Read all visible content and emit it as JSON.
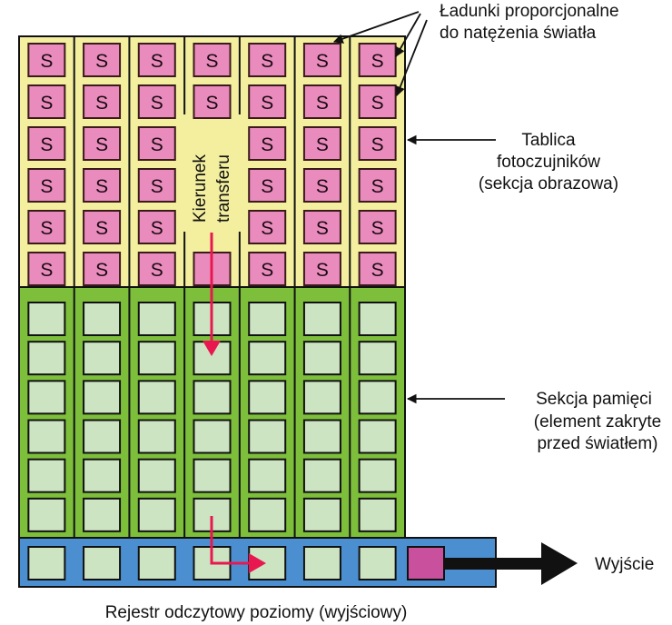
{
  "diagram": {
    "title": "Frame-transfer CCD structure",
    "colors": {
      "image_section": "#f3ef9f",
      "photo_cell": "#e98bbd",
      "memory_section": "#7dbf3b",
      "memory_cell": "#cde4c3",
      "register": "#4c8fd0",
      "register_output_cell": "#c9509c",
      "transfer_arrow": "#e8174f",
      "outline": "#111111"
    },
    "grid": {
      "columns": 7,
      "image_rows": 6,
      "memory_rows": 6,
      "register_cells": 8
    },
    "cell_label": "S",
    "transfer_column_index": 3,
    "transfer_label": [
      "Kierunek",
      "transferu"
    ],
    "labels": {
      "charges": [
        "Ładunki proporcjonalne",
        "do natężenia światła"
      ],
      "image_section": [
        "Tablica",
        "fotoczujników",
        "(sekcja obrazowa)"
      ],
      "memory_section": [
        "Sekcja pamięci",
        "(element zakryte",
        "przed światłem)"
      ],
      "output": "Wyjście",
      "register": "Rejestr odczytowy poziomy (wyjściowy)"
    }
  }
}
